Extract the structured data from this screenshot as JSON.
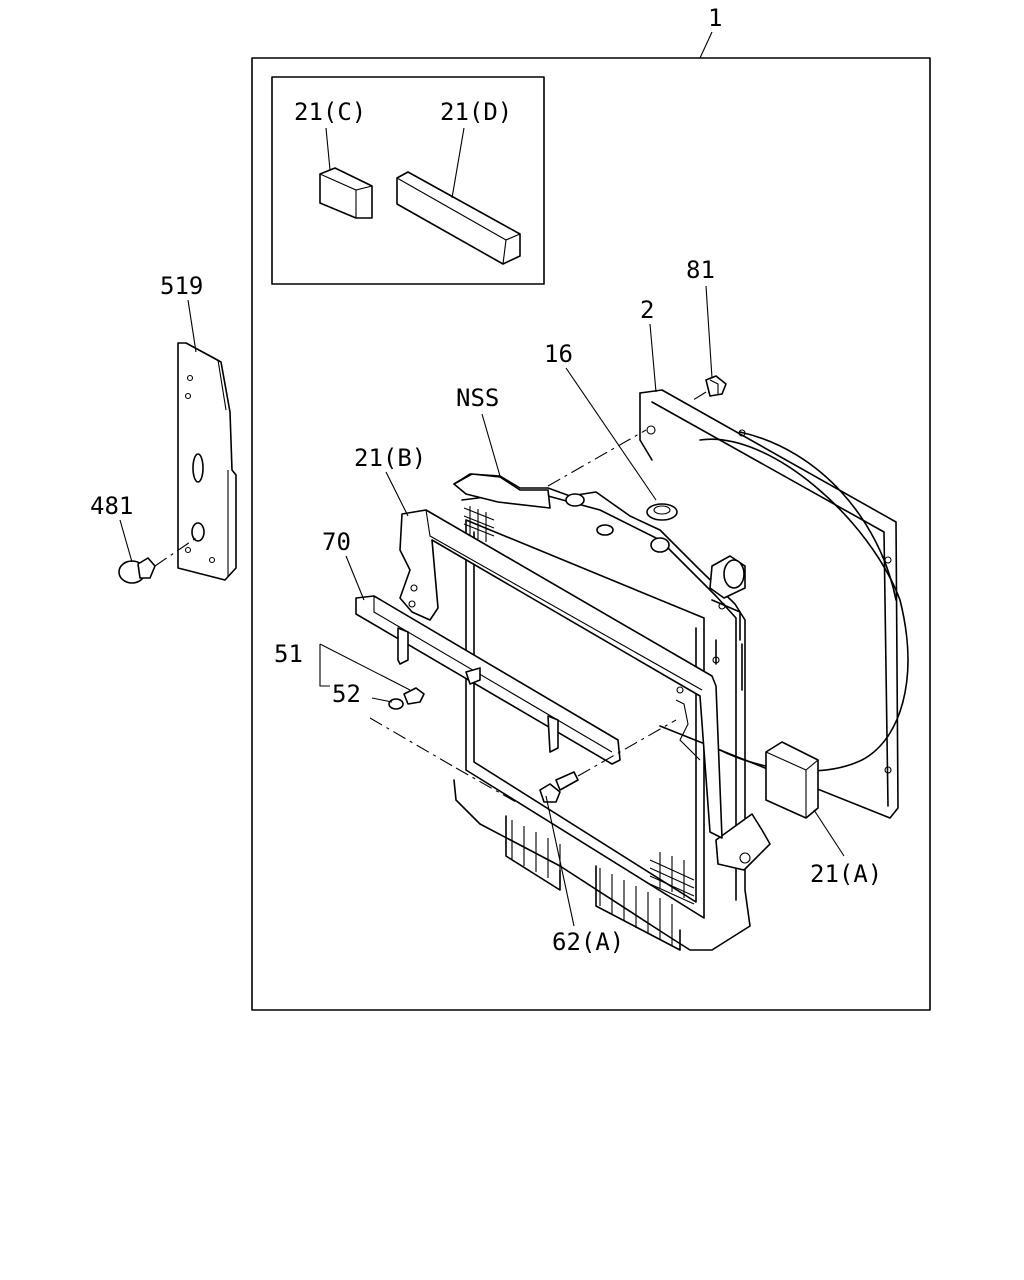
{
  "callouts": {
    "assembly": "1",
    "seal_c": "21(C)",
    "seal_d": "21(D)",
    "bracket": "519",
    "clip": "481",
    "shroud": "2",
    "bolt_top": "81",
    "cap": "16",
    "nss": "NSS",
    "seal_b": "21(B)",
    "stay": "70",
    "bolt_set": "51",
    "washer": "52",
    "bolt_a": "62(A)",
    "seal_a": "21(A)"
  }
}
